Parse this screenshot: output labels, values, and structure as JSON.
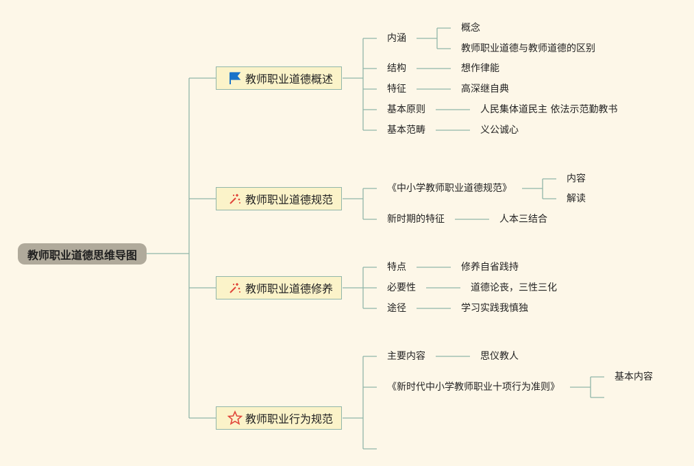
{
  "root": {
    "label": "教师职业道德思维导图"
  },
  "branches": [
    {
      "label": "教师职业道德概述",
      "icon": "blue-flag-icon",
      "items": [
        {
          "label": "内涵",
          "children": [
            "概念",
            "教师职业道德与教师道德的区别"
          ]
        },
        {
          "label": "结构",
          "children": [
            "想作律能"
          ]
        },
        {
          "label": "特征",
          "children": [
            "高深继自典"
          ]
        },
        {
          "label": "基本原则",
          "children": [
            "人民集体道民主 依法示范勤教书"
          ]
        },
        {
          "label": "基本范畴",
          "children": [
            "义公诚心"
          ]
        }
      ]
    },
    {
      "label": "教师职业道德规范",
      "icon": "sparkle-icon",
      "items": [
        {
          "label": "《中小学教师职业道德规范》",
          "children": [
            "内容",
            "解读"
          ]
        },
        {
          "label": "新时期的特征",
          "children": [
            "人本三结合"
          ]
        }
      ]
    },
    {
      "label": "教师职业道德修养",
      "icon": "sparkle-icon",
      "items": [
        {
          "label": "特点",
          "children": [
            "修养自省践持"
          ]
        },
        {
          "label": "必要性",
          "children": [
            "道德论丧，三性三化"
          ]
        },
        {
          "label": "途径",
          "children": [
            "学习实践我慎独"
          ]
        }
      ]
    },
    {
      "label": "教师职业行为规范",
      "icon": "star-outline-icon",
      "items": [
        {
          "label": "主要内容",
          "children": [
            "思仪教人"
          ]
        },
        {
          "label": "《新时代中小学教师职业十项行为准则》",
          "children": [
            "基本内容",
            ""
          ]
        },
        {
          "label": "",
          "children": []
        }
      ]
    }
  ],
  "colors": {
    "background": "#fdf7e8",
    "connector": "#8fb5a8",
    "root_fill": "#b0aa9b",
    "branch_fill": "#fbf3c9",
    "flag": "#1a73c9",
    "sparkle": "#e0453a",
    "star": "#e0453a"
  }
}
